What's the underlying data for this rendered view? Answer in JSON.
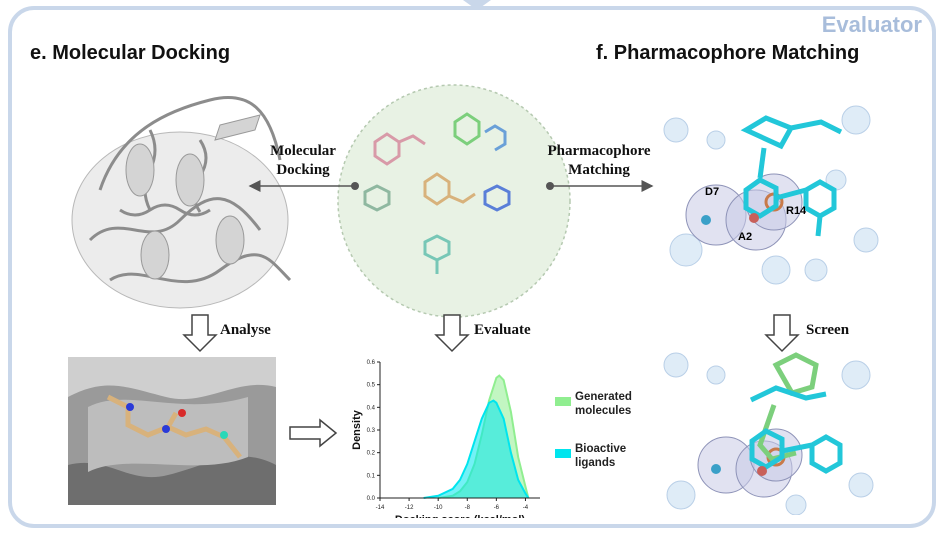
{
  "corner_label": "Evaluator",
  "sections": {
    "docking": {
      "title": "e. Molecular Docking"
    },
    "pharmacophore": {
      "title": "f. Pharmacophore Matching"
    }
  },
  "flow_labels": {
    "molecular_docking": "Molecular\nDocking",
    "pharmacophore_matching": "Pharmacophore\nMatching",
    "analyse": "Analyse",
    "evaluate": "Evaluate",
    "screen": "Screen"
  },
  "pharmacophore_labels": {
    "d": "D7",
    "a": "A2",
    "r": "R14"
  },
  "colors": {
    "frame": "#c9d7ea",
    "generated": "#90ee90",
    "bioactive": "#00e5ee",
    "ligand_cyan": "#22c7d9",
    "ligand_green": "#7ccf7c",
    "ligand_tan": "#d8b27c"
  },
  "chart_data": {
    "type": "area",
    "title": "",
    "xlabel": "Docking score (kcal/mol)",
    "ylabel": "Density",
    "xlim": [
      -14,
      -3
    ],
    "ylim": [
      0,
      0.6
    ],
    "xticks": [
      "-14",
      "-12",
      "-10",
      "-8",
      "-6",
      "-4"
    ],
    "yticks": [
      "0.0",
      "0.1",
      "0.2",
      "0.3",
      "0.4",
      "0.5",
      "0.6"
    ],
    "legend_position": "right",
    "series": [
      {
        "name": "Generated molecules",
        "color": "#90ee90",
        "x": [
          -10,
          -9,
          -8.5,
          -8,
          -7.5,
          -7,
          -6.5,
          -6,
          -5.8,
          -5.5,
          -5,
          -4.5,
          -4,
          -3.8
        ],
        "y": [
          0.0,
          0.01,
          0.03,
          0.07,
          0.15,
          0.28,
          0.43,
          0.53,
          0.54,
          0.52,
          0.38,
          0.18,
          0.05,
          0.0
        ]
      },
      {
        "name": "Bioactive ligands",
        "color": "#00e5ee",
        "x": [
          -11,
          -10,
          -9,
          -8.5,
          -8,
          -7.5,
          -7,
          -6.5,
          -6.2,
          -6,
          -5.5,
          -5,
          -4.5,
          -4,
          -3.8
        ],
        "y": [
          0.0,
          0.01,
          0.04,
          0.08,
          0.15,
          0.25,
          0.35,
          0.42,
          0.43,
          0.42,
          0.35,
          0.2,
          0.08,
          0.02,
          0.0
        ]
      }
    ]
  }
}
